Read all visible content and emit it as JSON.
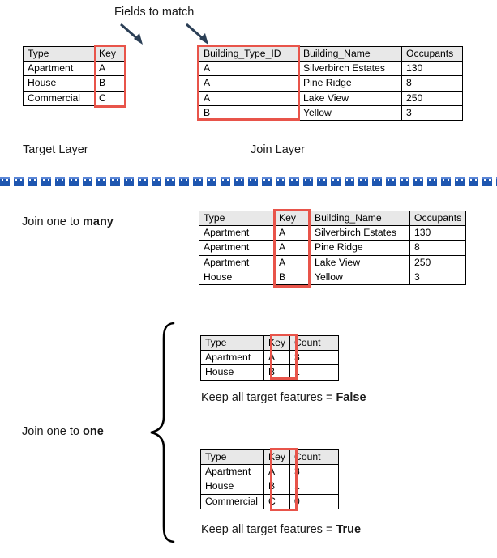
{
  "diagram": {
    "title_note": "Fields to match",
    "target_layer_label": "Target Layer",
    "join_layer_label": "Join Layer",
    "join_one_to_many_prefix": "Join one to ",
    "join_one_to_many_bold": "many",
    "join_one_to_one_prefix": "Join one to ",
    "join_one_to_one_bold": "one",
    "keep_false_prefix": "Keep all target features = ",
    "keep_false_bold": "False",
    "keep_true_prefix": "Keep all target features = ",
    "keep_true_bold": "True",
    "highlight_color": "#e8544a",
    "header_fill": "#e8e8e8",
    "divider_color": "#1e56b0"
  },
  "target_table": {
    "headers": [
      "Type",
      "Key"
    ],
    "rows": [
      [
        "Apartment",
        "A"
      ],
      [
        "House",
        "B"
      ],
      [
        "Commercial",
        "C"
      ]
    ]
  },
  "join_table": {
    "headers": [
      "Building_Type_ID",
      "Building_Name",
      "Occupants"
    ],
    "rows": [
      [
        "A",
        "Silverbirch Estates",
        "130"
      ],
      [
        "A",
        "Pine Ridge",
        "8"
      ],
      [
        "A",
        "Lake View",
        "250"
      ],
      [
        "B",
        "Yellow",
        "3"
      ]
    ]
  },
  "one_to_many_table": {
    "headers": [
      "Type",
      "Key",
      "Building_Name",
      "Occupants"
    ],
    "rows": [
      [
        "Apartment",
        "A",
        "Silverbirch Estates",
        "130"
      ],
      [
        "Apartment",
        "A",
        "Pine Ridge",
        "8"
      ],
      [
        "Apartment",
        "A",
        "Lake View",
        "250"
      ],
      [
        "House",
        "B",
        "Yellow",
        "3"
      ]
    ]
  },
  "one_to_one_false_table": {
    "headers": [
      "Type",
      "Key",
      "Count"
    ],
    "rows": [
      [
        "Apartment",
        "A",
        "3"
      ],
      [
        "House",
        "B",
        "1"
      ]
    ]
  },
  "one_to_one_true_table": {
    "headers": [
      "Type",
      "Key",
      "Count"
    ],
    "rows": [
      [
        "Apartment",
        "A",
        "3"
      ],
      [
        "House",
        "B",
        "1"
      ],
      [
        "Commercial",
        "C",
        "0"
      ]
    ]
  }
}
